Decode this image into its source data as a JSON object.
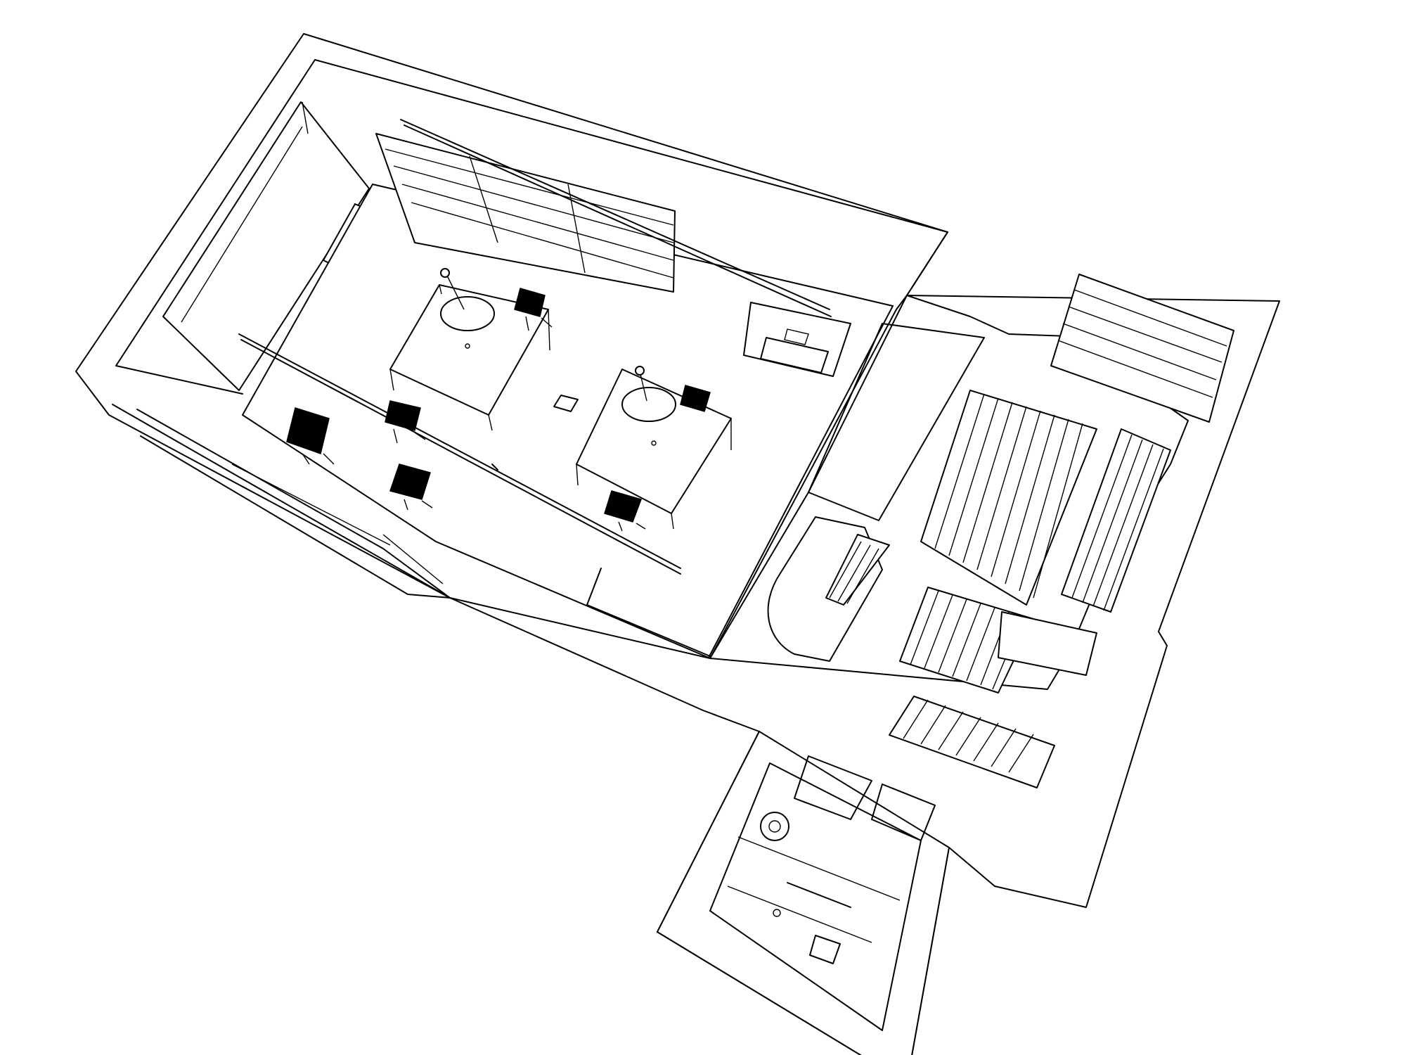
{
  "drawing": {
    "kind": "axonometric-floor-plan",
    "line_color": "#000000",
    "background": "#ffffff"
  },
  "elements": {
    "office_room": {
      "desks": 2,
      "chairs": 6,
      "desk_lamps": 2,
      "bookshelf": 1,
      "plotter_printer": 1,
      "window_openings": 2
    },
    "circulation": {
      "stair_flights": 3,
      "storage_shelving_unit": 1
    },
    "wc_room": {
      "washbasin": 1,
      "toilet": 1
    }
  }
}
